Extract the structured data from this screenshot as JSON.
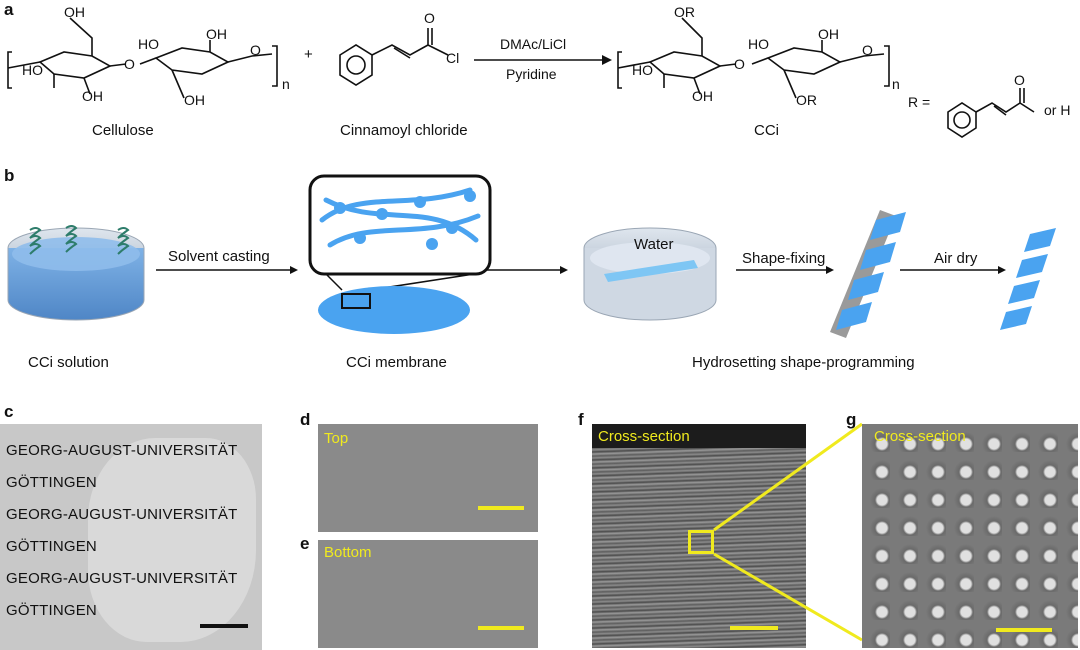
{
  "panel_labels": {
    "a": "a",
    "b": "b",
    "c": "c",
    "d": "d",
    "e": "e",
    "f": "f",
    "g": "g"
  },
  "panel_a": {
    "cellulose_label": "Cellulose",
    "reagent_label": "Cinnamoyl chloride",
    "product_label": "CCi",
    "plus": "+",
    "conditions_top": "DMAc/LiCl",
    "conditions_bottom": "Pyridine",
    "r_def": "R =",
    "or_h": "or H",
    "atoms": {
      "oh": "OH",
      "ho": "HO",
      "o": "O",
      "or": "OR",
      "cl": "Cl",
      "n": "n"
    }
  },
  "panel_b": {
    "step1_label": "Solvent casting",
    "water_label": "Water",
    "step3_label": "Shape-fixing",
    "step4_label": "Air dry",
    "caption1": "CCi solution",
    "caption2": "CCi membrane",
    "caption3": "Hydrosetting shape-programming"
  },
  "panel_c": {
    "lines": [
      "GEORG-AUGUST-UNIVERSITÄT",
      "GÖTTINGEN",
      "GEORG-AUGUST-UNIVERSITÄT",
      "GÖTTINGEN",
      "GEORG-AUGUST-UNIVERSITÄT",
      "GÖTTINGEN"
    ]
  },
  "panel_d": {
    "label": "Top"
  },
  "panel_e": {
    "label": "Bottom"
  },
  "panel_f": {
    "label": "Cross-section"
  },
  "panel_g": {
    "label": "Cross-section"
  },
  "colors": {
    "sem_gray": "#8a8a8a",
    "scale_yellow": "#f0ea1e",
    "membrane_blue": "#4aa3f0"
  }
}
